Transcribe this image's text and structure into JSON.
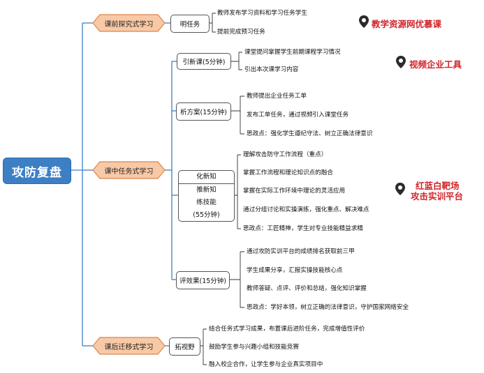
{
  "root": {
    "label": "攻防复盘"
  },
  "stages": [
    {
      "label": "课前探究式学习",
      "tasks": [
        {
          "label": "明任务",
          "items": [
            "教师发布学习资料和学习任务学生",
            "提前完成预习任务"
          ]
        }
      ]
    },
    {
      "label": "课中任务式学习",
      "tasks": [
        {
          "label": "引新课(5分钟)",
          "items": [
            "课堂提问掌握学生前期课程学习情况",
            "引出本次课学习内容"
          ]
        },
        {
          "label": "析方案(15分钟)",
          "items": [
            "教师提出企业任务工单",
            "发布工单任务，通过视频引入课堂任务",
            "思政点：强化学生遵纪守法、树立正确法律意识"
          ]
        },
        {
          "label_lines": [
            "化新知",
            "推新知",
            "练技能",
            "(55分钟)"
          ],
          "items": [
            "理解攻击防守工作流程（重点）",
            "掌握工作流程和理论知识点的融合",
            "掌握在实际工作环境中理论的灵活应用",
            "通过分组讨论和实操演练，强化重点、解决难点",
            "思政点：工匠精神，学生对专业技能精益求精"
          ]
        },
        {
          "label": "评效果(15分钟)",
          "items": [
            "通过攻防实训平台的成绩排名获取前三甲",
            "学生成果分享，汇报实操技能核心点",
            "教师答疑、点评、评价和总结，强化知识掌握",
            "思政点：学好本领，树立正确的法律意识，守护国家网络安全"
          ]
        }
      ]
    },
    {
      "label": "课后迁移式学习",
      "tasks": [
        {
          "label": "拓视野",
          "items": [
            "结合任务式学习成果，布置课后进阶任务，完成增值性评价",
            "鼓励学生参与兴趣小组和技能竞赛",
            "融入校企合作，让学生参与企业真实项目中"
          ]
        }
      ]
    }
  ],
  "resources": [
    {
      "label": "教学资源网优慕课",
      "icon": "location-pin-icon"
    },
    {
      "label": "视频企业工具",
      "icon": "location-pin-icon"
    },
    {
      "label_lines": [
        "红蓝白靶场",
        "攻击实训平台"
      ],
      "icon": "location-pin-icon"
    }
  ],
  "colors": {
    "root_fill": "#3d7fc5",
    "stage_fill": "#f8c9a6",
    "stage_border": "#d9864b",
    "connector": "#3d7fc5",
    "accent_red": "#d0252b"
  }
}
